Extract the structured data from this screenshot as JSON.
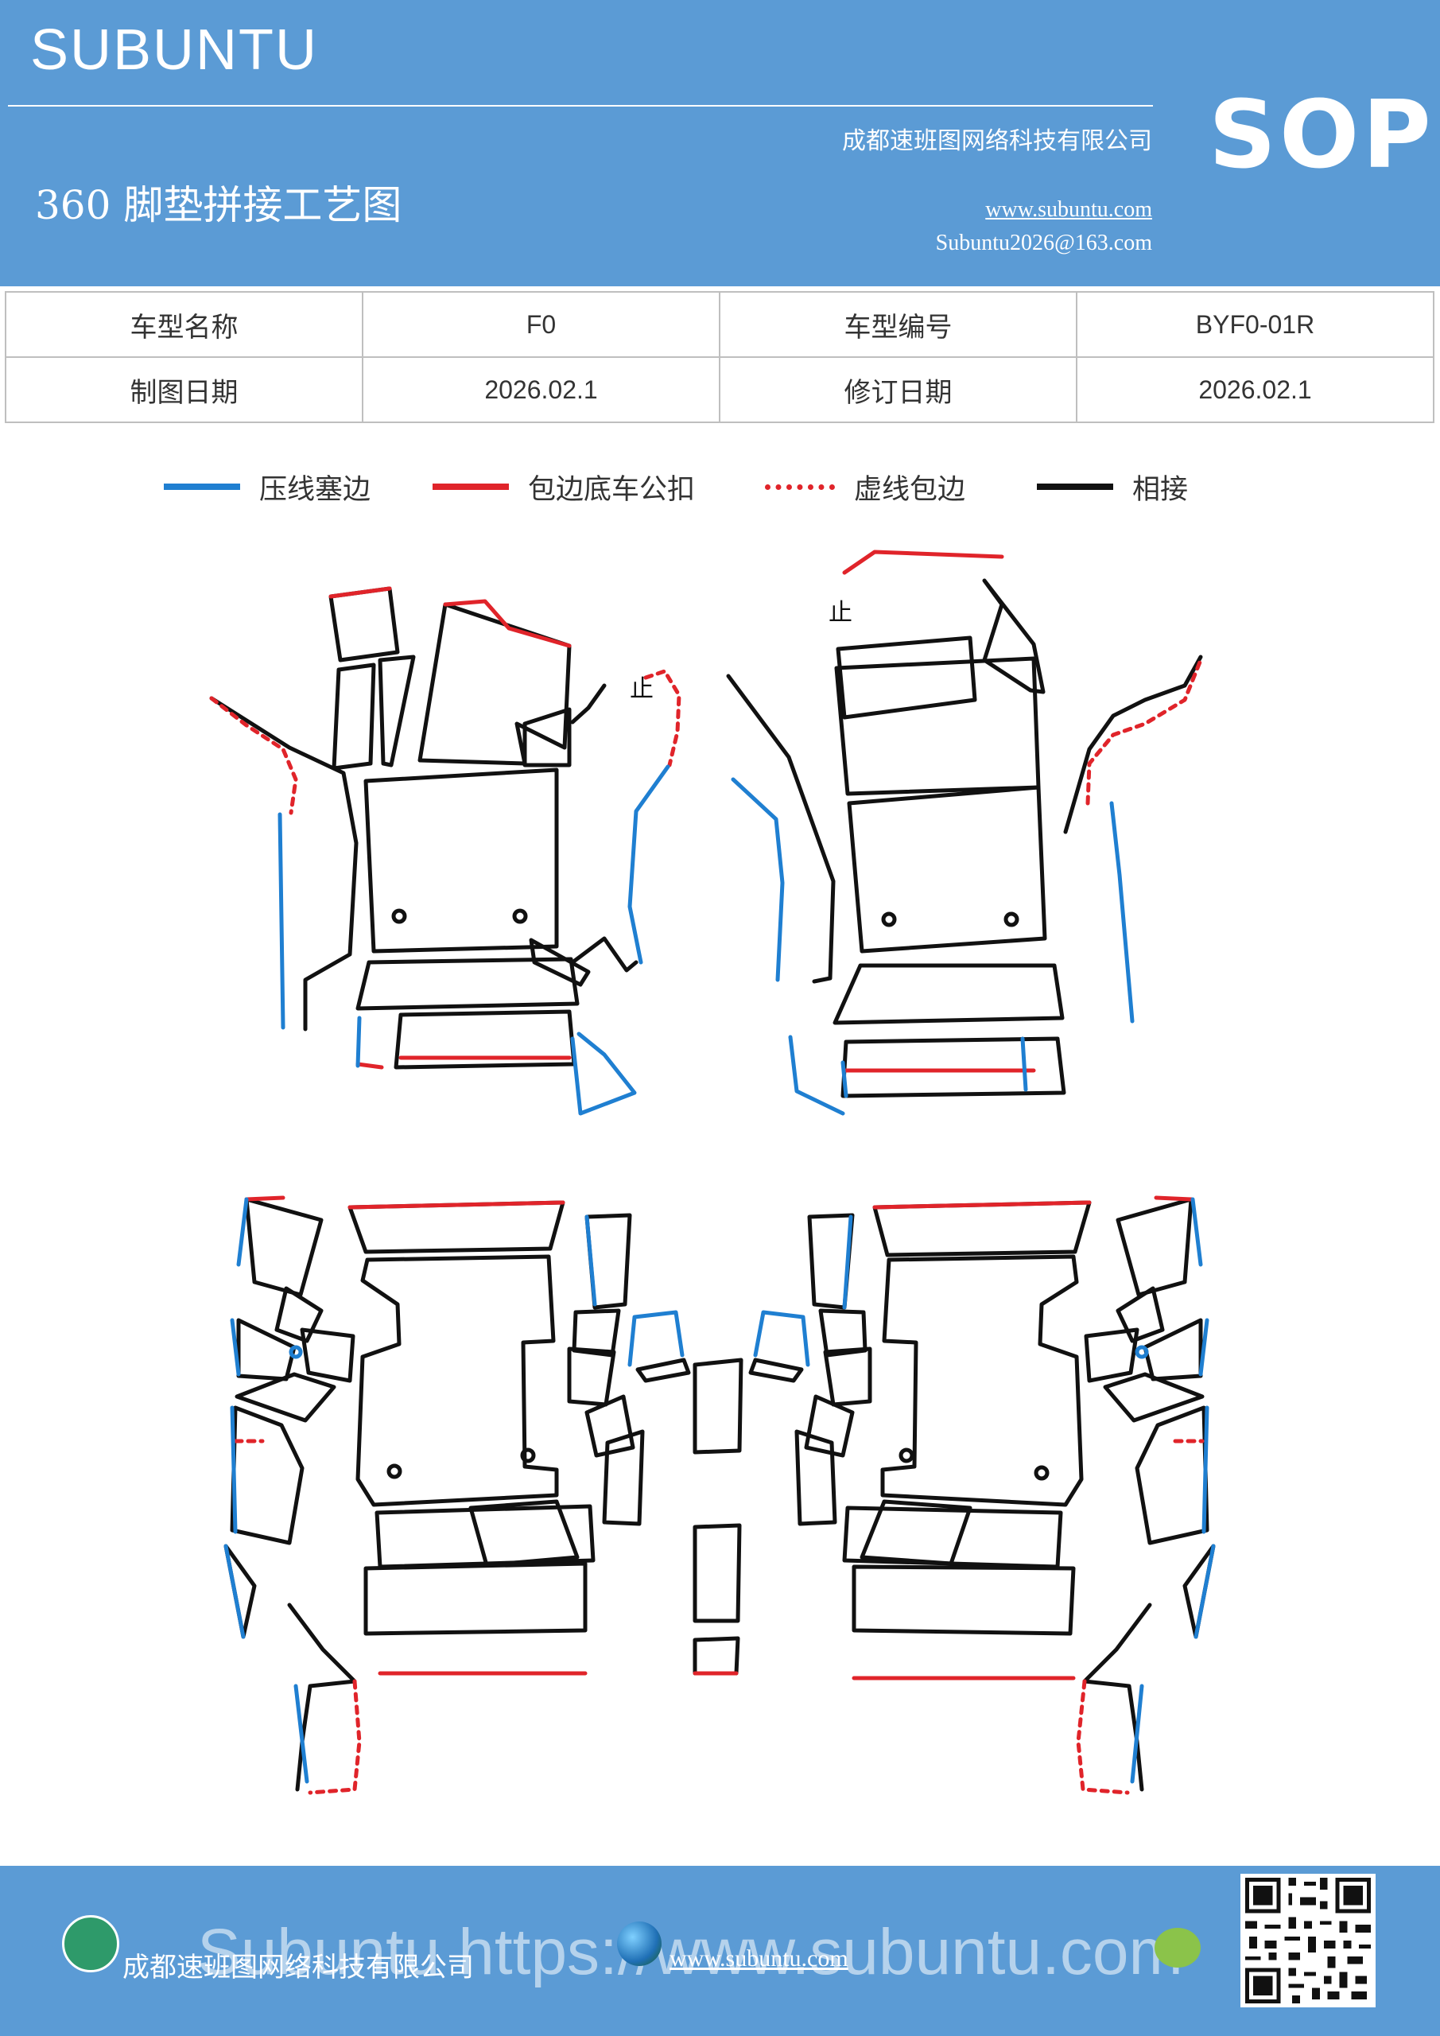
{
  "header": {
    "brand": "SUBUNTU",
    "badge": "SOP",
    "company": "成都速班图网络科技有限公司",
    "doc_title": "360 脚垫拼接工艺图",
    "website": "www.subuntu.com",
    "email": "Subuntu2026@163.com"
  },
  "info": {
    "model_name_label": "车型名称",
    "model_name": "F0",
    "model_code_label": "车型编号",
    "model_code": "BYF0-01R",
    "draw_date_label": "制图日期",
    "draw_date": "2026.02.1",
    "revise_date_label": "修订日期",
    "revise_date": "2026.02.1"
  },
  "legend": [
    {
      "label": "压线塞边",
      "color": "#1f7fd1",
      "style": "solid"
    },
    {
      "label": "包边底车公扣",
      "color": "#e0242a",
      "style": "solid"
    },
    {
      "label": "虚线包边",
      "color": "#e0242a",
      "style": "dotted"
    },
    {
      "label": "相接",
      "color": "#111111",
      "style": "solid"
    }
  ],
  "diagram": {
    "stop_mark": "止"
  },
  "footer": {
    "company": "成都速班图网络科技有限公司",
    "watermark": "Subuntu https://www.subuntu.com",
    "url": "www.subuntu.com"
  }
}
